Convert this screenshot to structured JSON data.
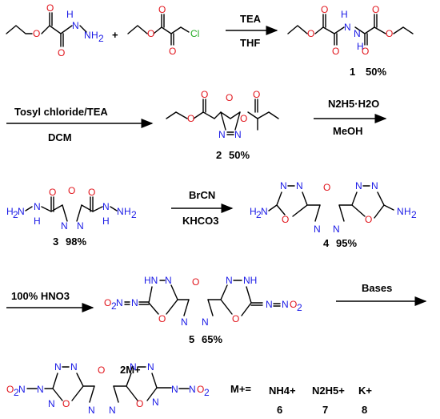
{
  "reagents": {
    "step1_top": "TEA",
    "step1_bottom": "THF",
    "step2_top": "Tosyl chloride/TEA",
    "step2_bottom": "DCM",
    "step3_top": "N2H5·H2O",
    "step3_bottom": "MeOH",
    "step4_top": "BrCN",
    "step4_bottom": "KHCO3",
    "step5_top": "100% HNO3",
    "step6_top": "Bases"
  },
  "compounds": {
    "c1": {
      "number": "1",
      "yield": "50%"
    },
    "c2": {
      "number": "2",
      "yield": "50%"
    },
    "c3": {
      "number": "3",
      "yield": "98%"
    },
    "c4": {
      "number": "4",
      "yield": "95%"
    },
    "c5": {
      "number": "5",
      "yield": "65%"
    }
  },
  "salts": {
    "counter_ion": "2M+",
    "cation_label": "M+=",
    "cations": [
      {
        "formula": "NH4+",
        "number": "6"
      },
      {
        "formula": "N2H5+",
        "number": "7"
      },
      {
        "formula": "K+",
        "number": "8"
      }
    ]
  },
  "plus_sign": "+",
  "colors": {
    "oxygen": "#e1141b",
    "nitrogen": "#1919e6",
    "chlorine": "#22aa22"
  }
}
